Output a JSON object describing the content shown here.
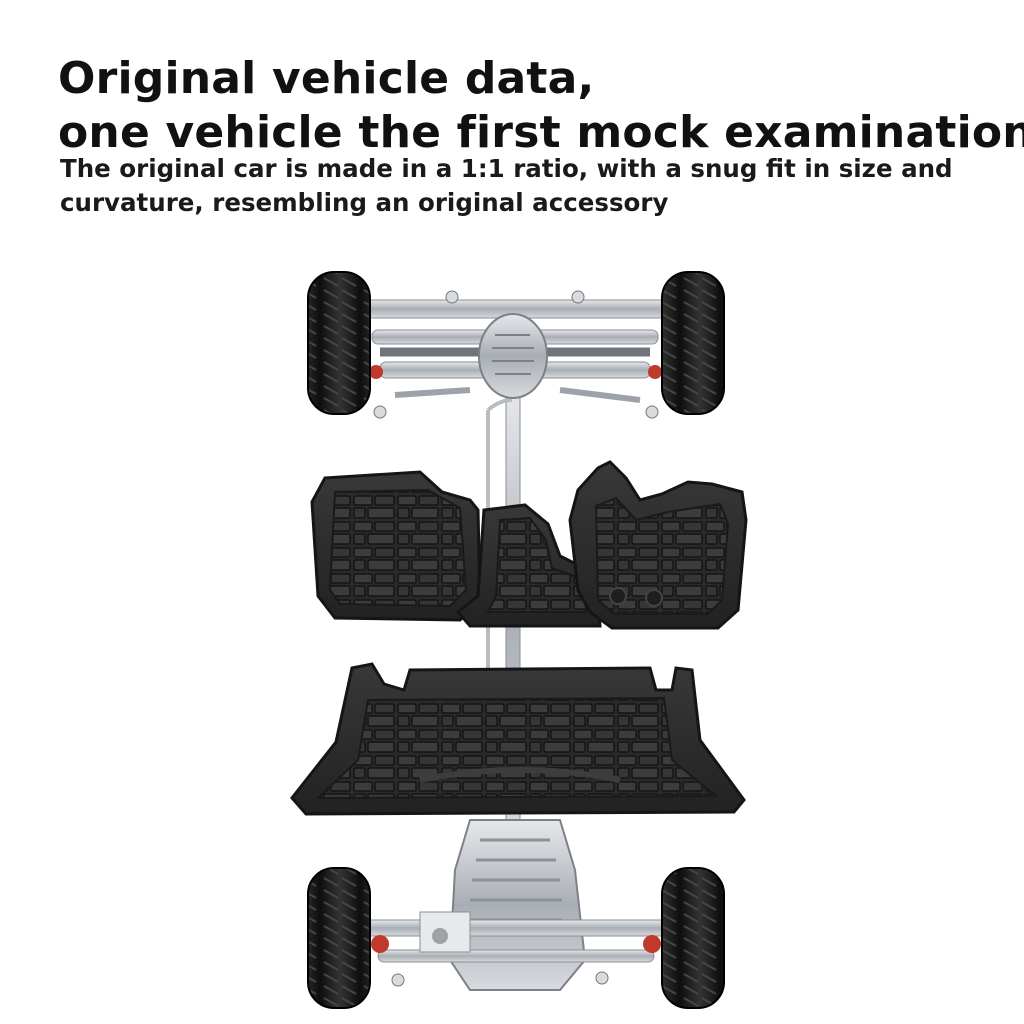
{
  "headline": {
    "line1": "Original vehicle data,",
    "line2": "one vehicle the first mock examination"
  },
  "subline": {
    "line1": "The original car is made in a 1:1 ratio, with a snug fit in size and",
    "line2": "curvature, resembling an original accessory"
  },
  "colors": {
    "text": "#111111",
    "mat": "#2b2b2b",
    "mat_edge": "#1a1a1a",
    "chassis_metal": "#bfc3c8",
    "tire": "#1c1c1c"
  },
  "icons": {
    "chassis": "car-chassis-icon",
    "mats": "floor-mat-icon"
  }
}
